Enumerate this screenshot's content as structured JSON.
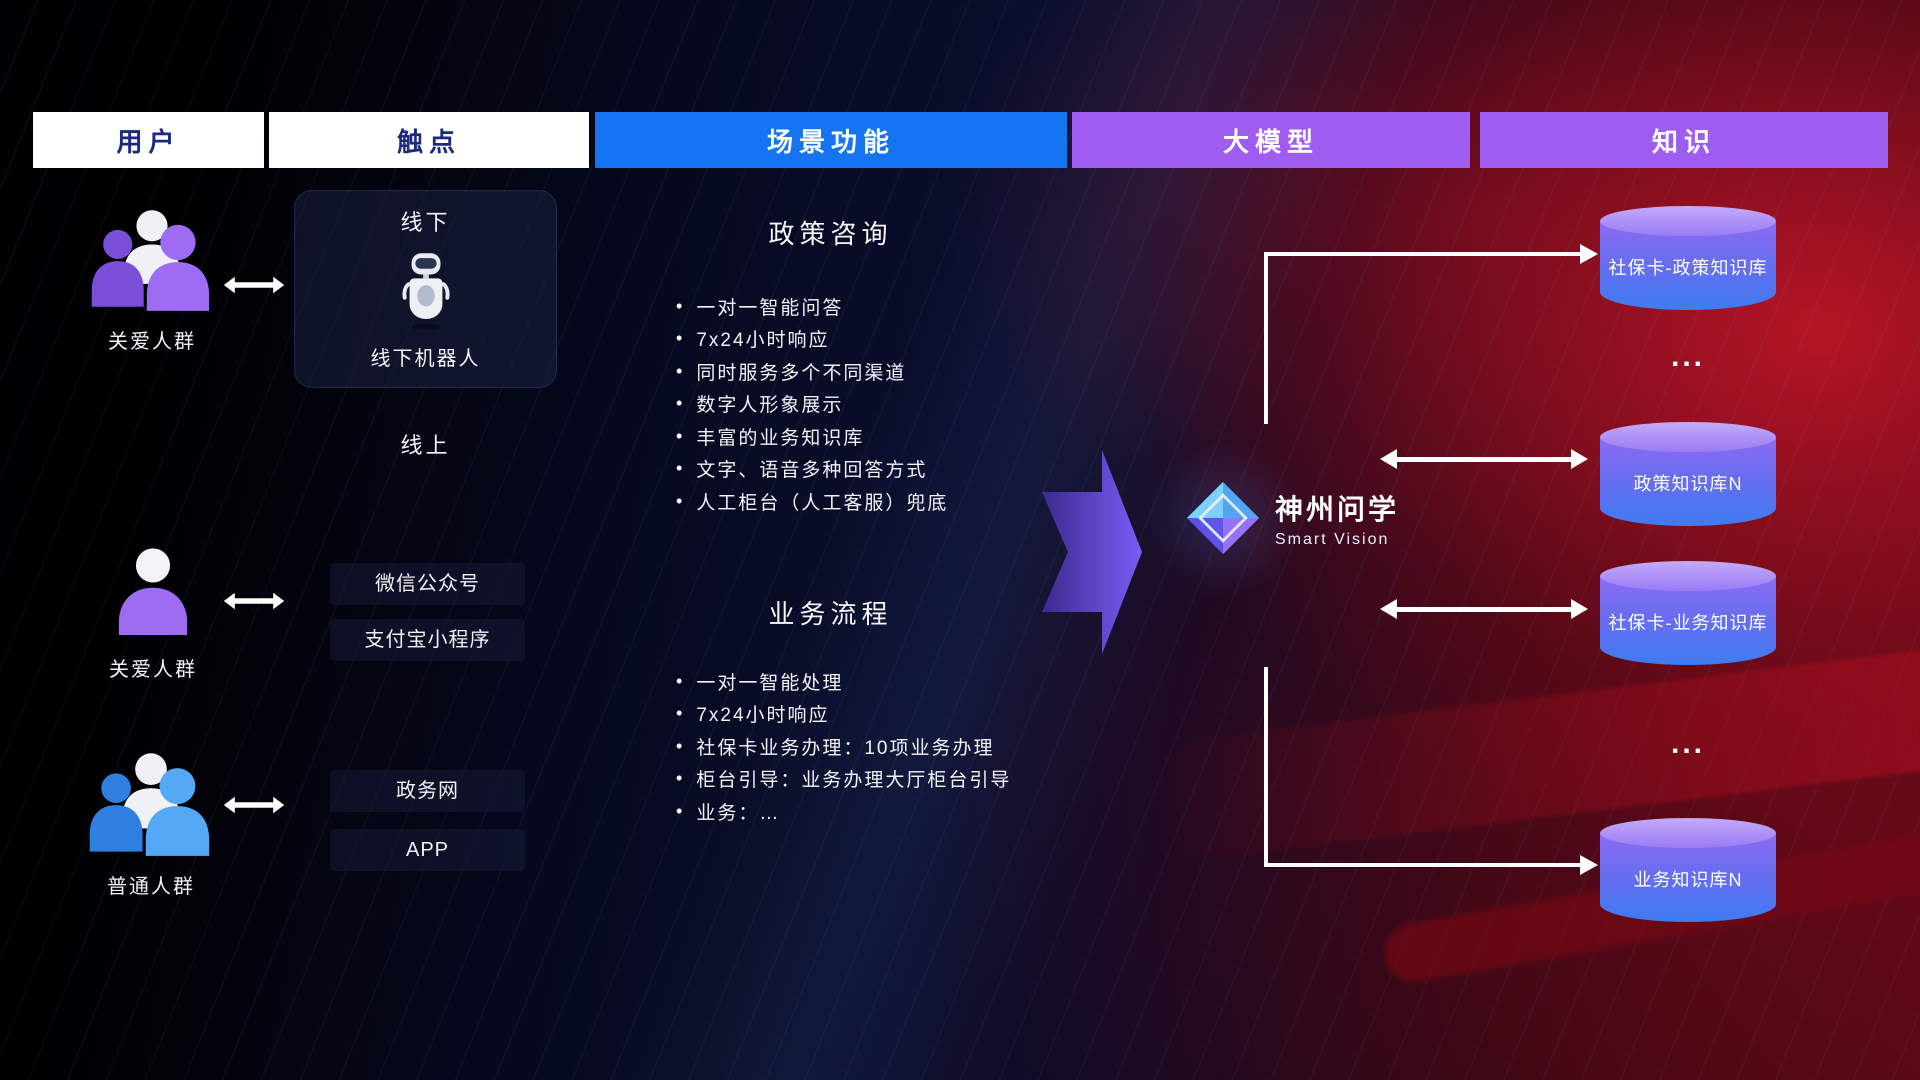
{
  "headers": [
    {
      "label": "用户"
    },
    {
      "label": "触点"
    },
    {
      "label": "场景功能"
    },
    {
      "label": "大模型"
    },
    {
      "label": "知识"
    }
  ],
  "users": [
    {
      "label": "关爱人群",
      "icon": "people-group",
      "color": "#9d6cf2"
    },
    {
      "label": "关爱人群",
      "icon": "person",
      "color": "#9d6cf2"
    },
    {
      "label": "普通人群",
      "icon": "people-group",
      "color": "#54a8f5"
    }
  ],
  "touchpoints": {
    "offline_title": "线下",
    "offline_robot_label": "线下机器人",
    "online_title": "线上",
    "channels": [
      "微信公众号",
      "支付宝小程序",
      "政务网",
      "APP"
    ]
  },
  "scenarios": [
    {
      "title": "政策咨询",
      "items": [
        "一对一智能问答",
        "7x24小时响应",
        "同时服务多个不同渠道",
        "数字人形象展示",
        "丰富的业务知识库",
        "文字、语音多种回答方式",
        "人工柜台（人工客服）兜底"
      ]
    },
    {
      "title": "业务流程",
      "items": [
        "一对一智能处理",
        "7x24小时响应",
        "社保卡业务办理：10项业务办理",
        "柜台引导：业务办理大厅柜台引导",
        "业务：…"
      ]
    }
  ],
  "model": {
    "name": "神州问学",
    "subtitle": "Smart Vision"
  },
  "knowledge": {
    "cylinders": [
      "社保卡-政策知识库",
      "政策知识库N",
      "社保卡-业务知识库",
      "业务知识库N"
    ],
    "ellipsis": "..."
  },
  "colors": {
    "header_blue": "#1474f2",
    "header_purple": "#9e5cf0",
    "cylinder_top": "#b393f8",
    "cylinder_bottom": "#3e7cf0",
    "flow_arrow": "#6b4de8",
    "background_red": "#4a0812",
    "background_navy": "#0a0e2e"
  }
}
